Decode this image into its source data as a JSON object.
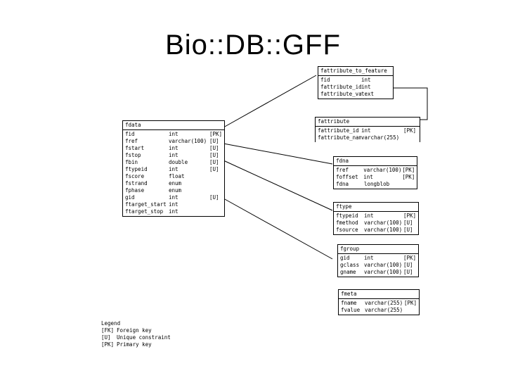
{
  "title": "Bio::DB::GFF",
  "tables": {
    "fattribute_to_feature": {
      "name": "fattribute_to_feature",
      "rows": [
        [
          "fid",
          "int"
        ],
        [
          "fattribute_id",
          "int"
        ],
        [
          "fattribute_value",
          "text"
        ]
      ]
    },
    "fattribute": {
      "name": "fattribute",
      "rows": [
        [
          "fattribute_id",
          "int",
          "[PK]"
        ],
        [
          "fattribute_name",
          "varchar(255)",
          ""
        ]
      ]
    },
    "fdata": {
      "name": "fdata",
      "rows": [
        [
          "fid",
          "int",
          "[PK]"
        ],
        [
          "fref",
          "varchar(100)",
          "[U]"
        ],
        [
          "fstart",
          "int",
          "[U]"
        ],
        [
          "fstop",
          "int",
          "[U]"
        ],
        [
          "fbin",
          "double",
          "[U]"
        ],
        [
          "ftypeid",
          "int",
          "[U]"
        ],
        [
          "fscore",
          "float",
          ""
        ],
        [
          "fstrand",
          "enum",
          ""
        ],
        [
          "fphase",
          "enum",
          ""
        ],
        [
          "gid",
          "int",
          "[U]"
        ],
        [
          "ftarget_start",
          "int",
          ""
        ],
        [
          "ftarget_stop",
          "int",
          ""
        ]
      ]
    },
    "fdna": {
      "name": "fdna",
      "rows": [
        [
          "fref",
          "varchar(100)",
          "[PK]"
        ],
        [
          "foffset",
          "int",
          "[PK]"
        ],
        [
          "fdna",
          "longblob",
          ""
        ]
      ]
    },
    "ftype": {
      "name": "ftype",
      "rows": [
        [
          "ftypeid",
          "int",
          "[PK]"
        ],
        [
          "fmethod",
          "varchar(100)",
          "[U]"
        ],
        [
          "fsource",
          "varchar(100)",
          "[U]"
        ]
      ]
    },
    "fgroup": {
      "name": "fgroup",
      "rows": [
        [
          "gid",
          "int",
          "[PK]"
        ],
        [
          "gclass",
          "varchar(100)",
          "[U]"
        ],
        [
          "gname",
          "varchar(100)",
          "[U]"
        ]
      ]
    },
    "fmeta": {
      "name": "fmeta",
      "rows": [
        [
          "fname",
          "varchar(255)",
          "[PK]"
        ],
        [
          "fvalue",
          "varchar(255)",
          ""
        ]
      ]
    }
  },
  "legend": {
    "title": "Legend",
    "items": [
      [
        "[FK]",
        "Foreign key"
      ],
      [
        "[U]",
        "Unique constraint"
      ],
      [
        "[PK]",
        "Primary key"
      ]
    ]
  }
}
